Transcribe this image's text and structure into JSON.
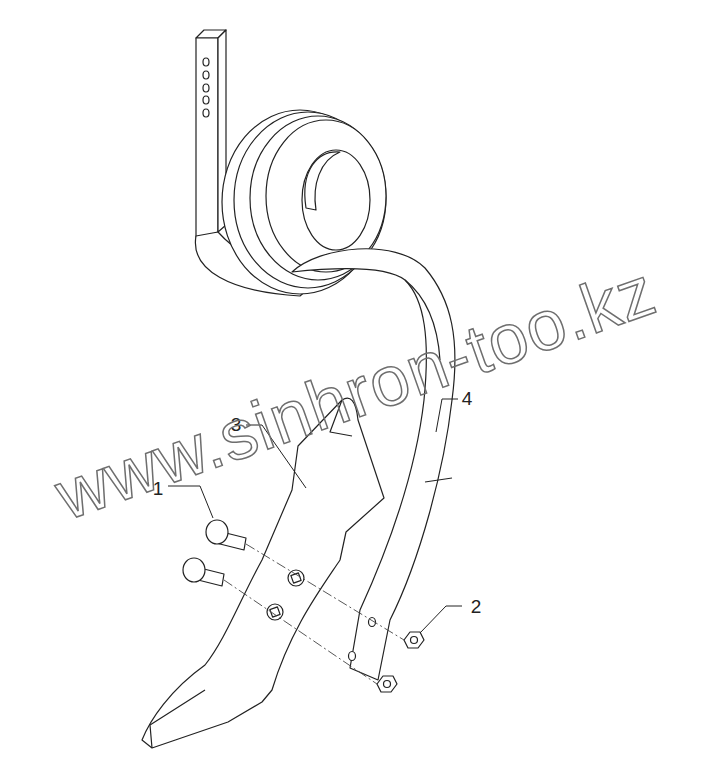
{
  "diagram": {
    "labels": [
      "1",
      "2",
      "3",
      "4",
      "www.sinhron-too.kz"
    ]
  }
}
